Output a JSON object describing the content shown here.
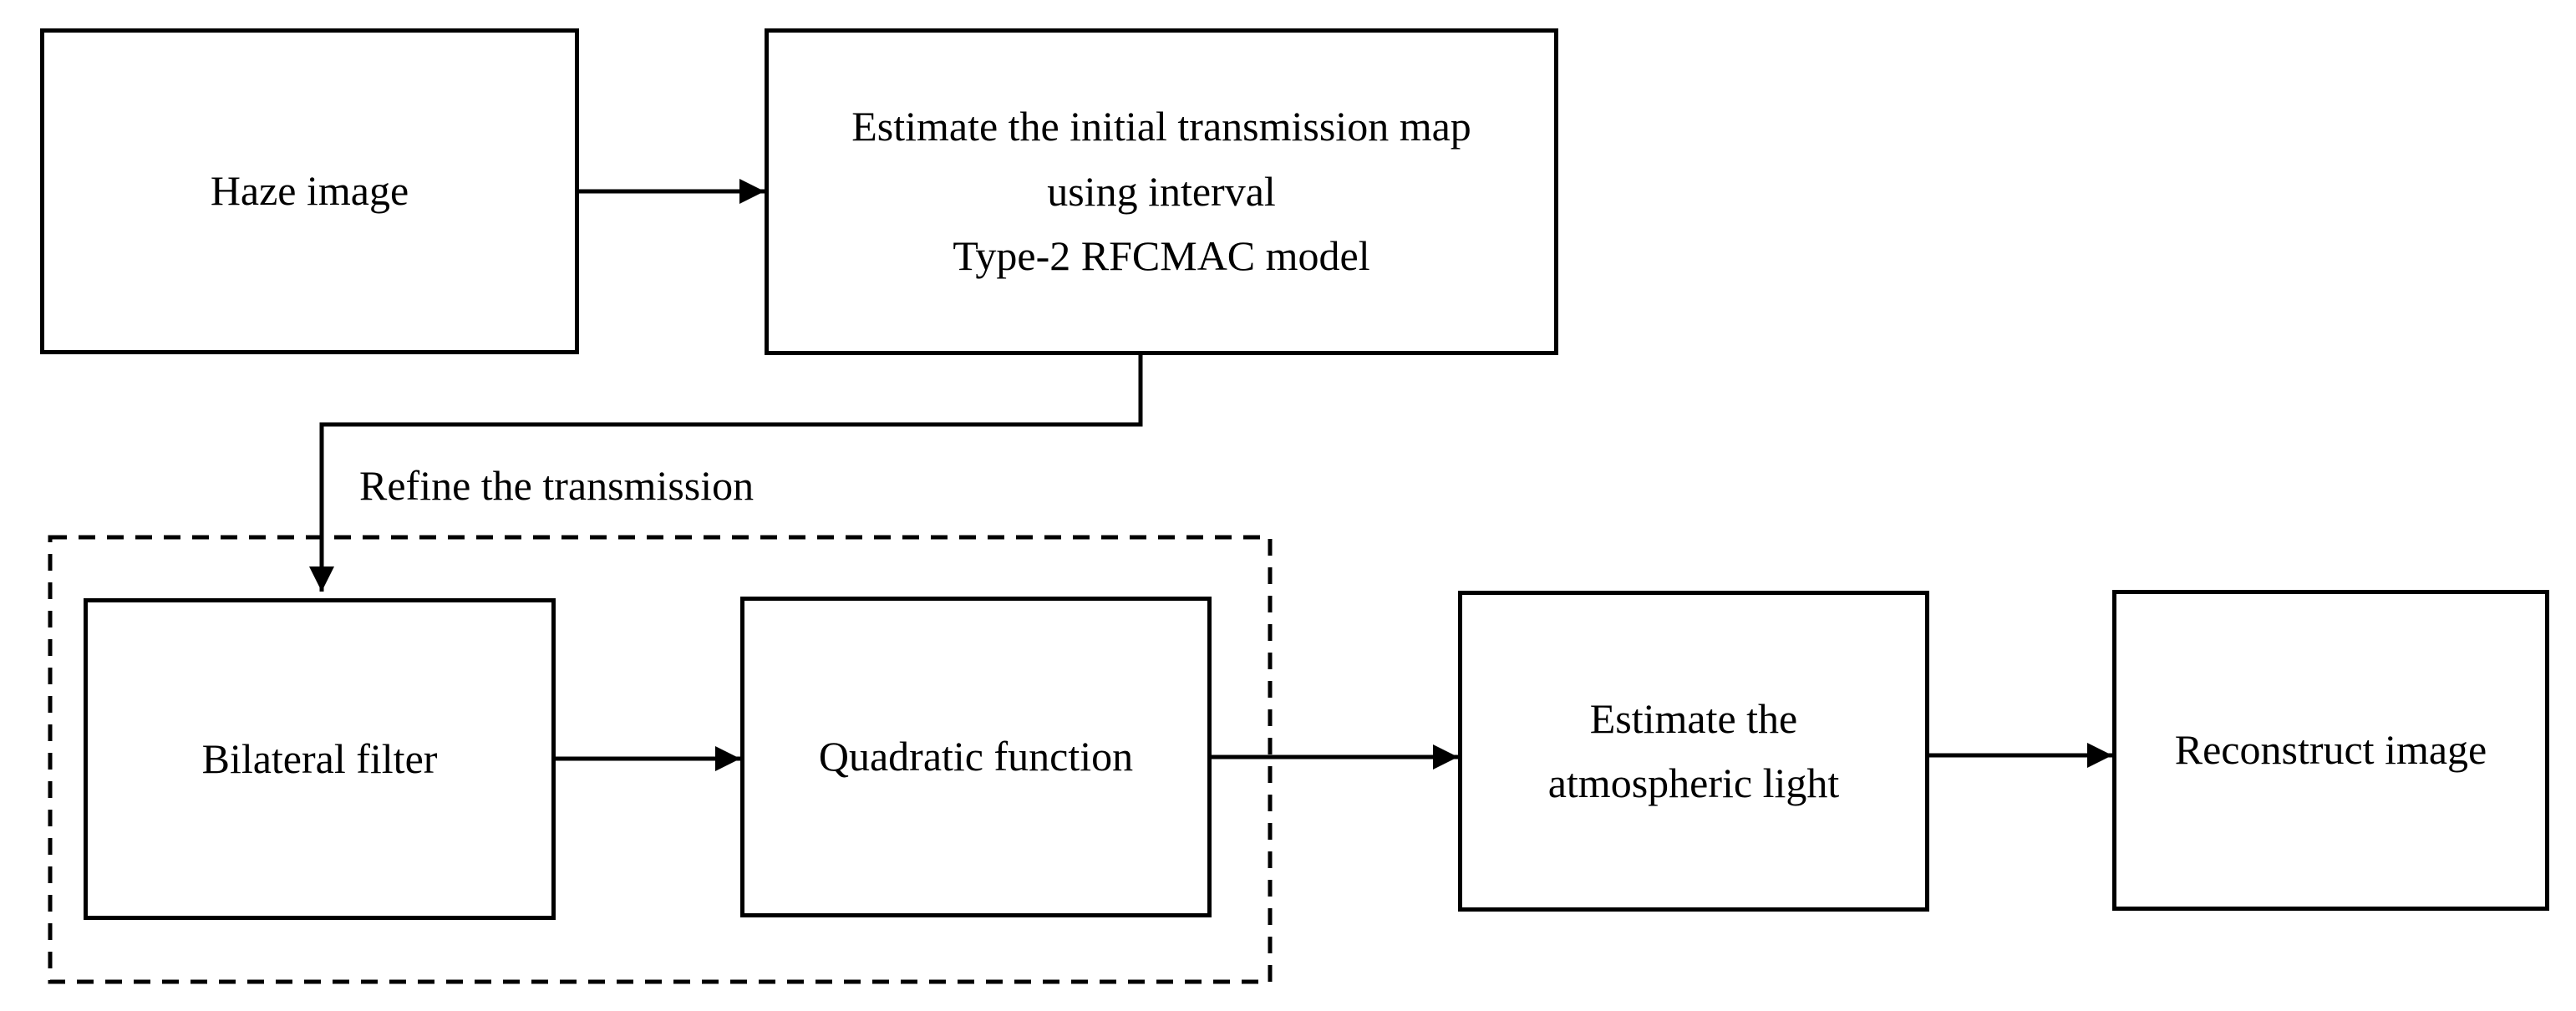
{
  "diagram": {
    "nodes": {
      "haze_image": {
        "label": "Haze image"
      },
      "estimate_transmission": {
        "lines": [
          "Estimate the initial transmission map",
          "using interval",
          "Type-2 RFCMAC model"
        ]
      },
      "bilateral_filter": {
        "label": "Bilateral filter"
      },
      "quadratic_function": {
        "label": "Quadratic function"
      },
      "estimate_atmospheric_light": {
        "lines": [
          "Estimate the",
          "atmospheric light"
        ]
      },
      "reconstruct_image": {
        "label": "Reconstruct image"
      }
    },
    "group": {
      "label": "Refine the transmission"
    },
    "edges": [
      {
        "from": "haze_image",
        "to": "estimate_transmission"
      },
      {
        "from": "estimate_transmission",
        "to": "bilateral_filter"
      },
      {
        "from": "bilateral_filter",
        "to": "quadratic_function"
      },
      {
        "from": "quadratic_function",
        "to": "estimate_atmospheric_light"
      },
      {
        "from": "estimate_atmospheric_light",
        "to": "reconstruct_image"
      }
    ],
    "colors": {
      "stroke": "#000000",
      "background": "#ffffff"
    }
  }
}
